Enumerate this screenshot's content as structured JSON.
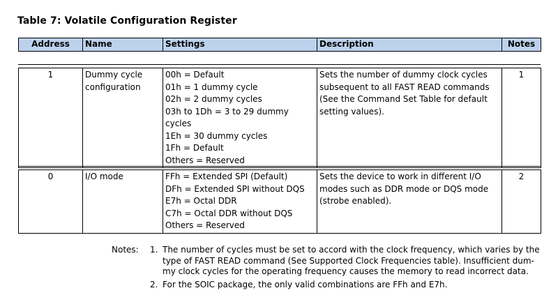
{
  "title": "Table 7: Volatile Configuration Register",
  "headers": [
    "Address",
    "Name",
    "Settings",
    "Description",
    "Notes"
  ],
  "rows": [
    {
      "address": "1",
      "name_lines": [
        "Dummy cycle",
        "configuration"
      ],
      "settings": [
        "00h = Default",
        "01h = 1 dummy cycle",
        "02h = 2 dummy cycles",
        "03h to 1Dh = 3 to 29 dummy cycles",
        "1Eh = 30 dummy cycles",
        "1Fh = Default",
        "Others = Reserved"
      ],
      "description_lines": [
        "Sets the number of dummy clock cycles",
        "subsequent to all FAST READ commands",
        "(See the Command Set Table for default",
        "setting values)."
      ],
      "notes": "1"
    },
    {
      "address": "0",
      "name_lines": [
        "I/O mode"
      ],
      "settings": [
        "FFh = Extended SPI (Default)",
        "DFh = Extended SPI without DQS",
        "E7h = Octal DDR",
        "C7h = Octal DDR without DQS",
        "Others = Reserved"
      ],
      "description_lines": [
        "Sets the device to work in different I/O",
        "modes such as DDR mode or DQS mode",
        "(strobe enabled)."
      ],
      "notes": "2"
    }
  ],
  "footnotes": {
    "label": "Notes:",
    "items": [
      {
        "num": "1.",
        "lines": [
          "The number of cycles must be set to accord with the clock frequency, which varies by the",
          "type of FAST READ command (See Supported Clock Frequencies table). Insufficient dum-",
          "my clock cycles for the operating frequency causes the memory to read incorrect data."
        ]
      },
      {
        "num": "2.",
        "lines": [
          "For the SOIC package, the only valid combinations are FFh and E7h."
        ]
      }
    ]
  }
}
